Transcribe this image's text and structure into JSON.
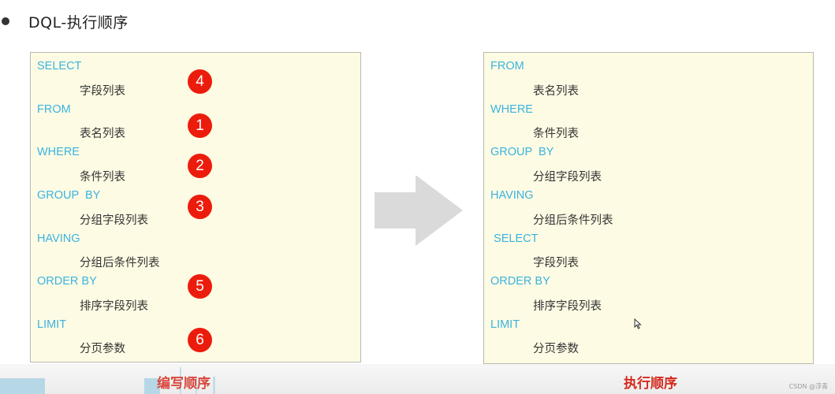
{
  "heading": {
    "bullet": "•",
    "title": "DQL-执行顺序"
  },
  "writing_order": {
    "caption": "编写顺序",
    "clauses": [
      {
        "keyword": "SELECT",
        "value": "字段列表",
        "order": "4"
      },
      {
        "keyword": "FROM",
        "value": "表名列表",
        "order": "1"
      },
      {
        "keyword": "WHERE",
        "value": "条件列表",
        "order": "2"
      },
      {
        "keyword": "GROUP  BY",
        "value": "分组字段列表",
        "order": "3"
      },
      {
        "keyword": "HAVING",
        "value": "分组后条件列表",
        "order": ""
      },
      {
        "keyword": "ORDER BY",
        "value": "排序字段列表",
        "order": "5"
      },
      {
        "keyword": "LIMIT",
        "value": "分页参数",
        "order": "6"
      }
    ]
  },
  "execution_order": {
    "caption": "执行顺序",
    "clauses": [
      {
        "keyword": "FROM",
        "value": "表名列表"
      },
      {
        "keyword": "WHERE",
        "value": "条件列表"
      },
      {
        "keyword": "GROUP  BY",
        "value": "分组字段列表"
      },
      {
        "keyword": "HAVING",
        "value": "分组后条件列表"
      },
      {
        "keyword": " SELECT",
        "value": "字段列表"
      },
      {
        "keyword": "ORDER BY",
        "value": "排序字段列表"
      },
      {
        "keyword": "LIMIT",
        "value": "分页参数"
      }
    ]
  },
  "arrow": {
    "icon": "right-arrow-icon",
    "color": "#dadada"
  },
  "colors": {
    "keyword": "#3ab3e0",
    "badge": "#ec1c0c",
    "box_bg": "#fefbe4",
    "caption": "#d42a1e"
  },
  "watermark": "CSDN @浮青"
}
